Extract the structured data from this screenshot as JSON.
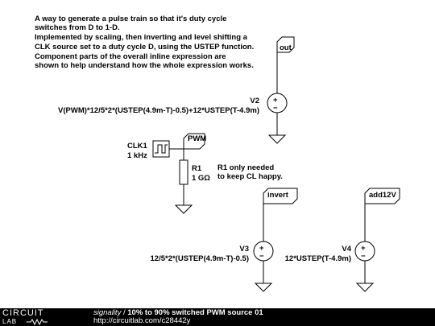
{
  "note": {
    "lines": [
      "A way to generate a pulse train so that it's duty cycle",
      "switches from D to 1-D.",
      "Implemented by scaling, then inverting and level shifting a",
      "CLK source set to a duty cycle D, using the USTEP function.",
      "Component parts of the overall inline expression are",
      "shown to help understand how the whole expression works."
    ]
  },
  "components": {
    "v2": {
      "name": "V2",
      "expr": "V(PWM)*12/5*2*(USTEP(4.9m-T)-0.5)+12*USTEP(T-4.9m)"
    },
    "v3": {
      "name": "V3",
      "expr": "12/5*2*(USTEP(4.9m-T)-0.5)"
    },
    "v4": {
      "name": "V4",
      "expr": "12*USTEP(T-4.9m)"
    },
    "clk1": {
      "name": "CLK1",
      "freq": "1 kHz"
    },
    "r1": {
      "name": "R1",
      "value": "1 GΩ"
    }
  },
  "labels": {
    "out": "out",
    "pwm": "PWM",
    "invert": "invert",
    "add12v": "add12V"
  },
  "plus": "+",
  "minus": "−",
  "r1_note": {
    "lines": [
      "R1 only needed",
      "to keep CL happy."
    ]
  },
  "footer": {
    "logo_top": "CIRCUIT",
    "logo_bottom": "LAB",
    "author": "signality",
    "separator": " / ",
    "title": "10% to 90% switched PWM source 01",
    "url": "http://circuitlab.com/c28442y"
  }
}
